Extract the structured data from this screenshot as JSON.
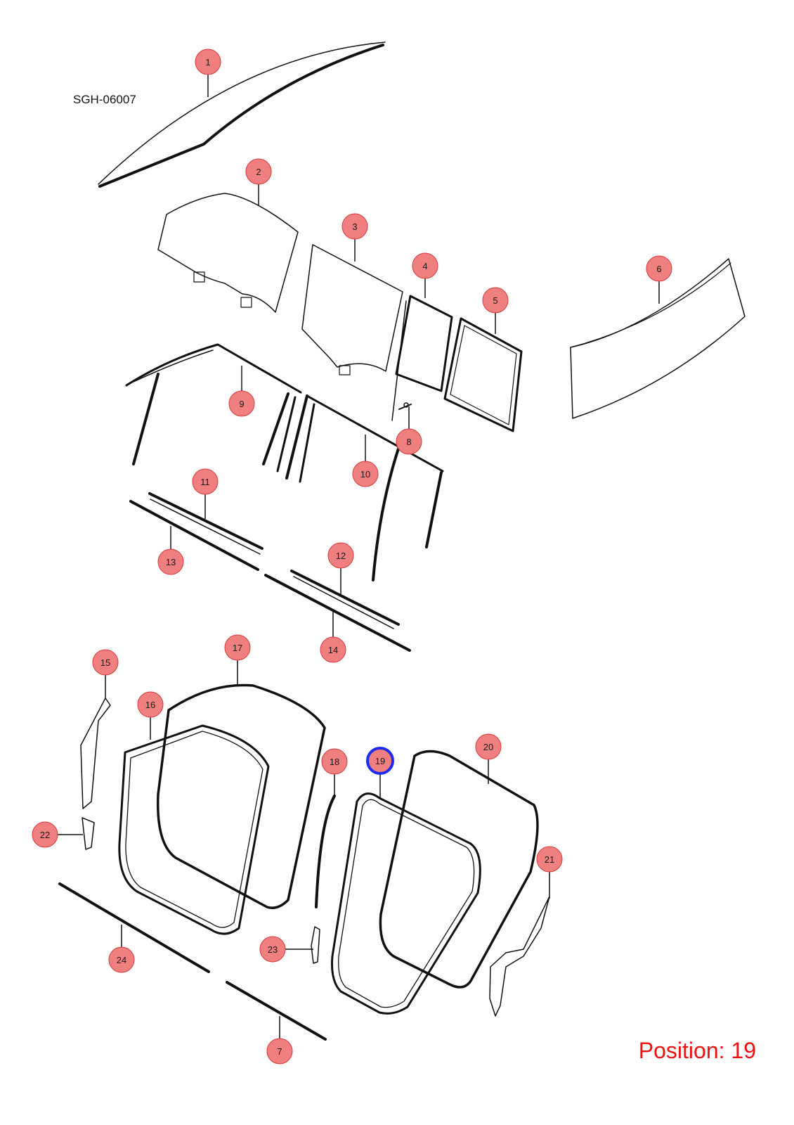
{
  "drawing_code": "SGH-06007",
  "position_label": "Position:",
  "selected_position": "19",
  "callouts": [
    "1",
    "2",
    "3",
    "4",
    "5",
    "6",
    "7",
    "8",
    "9",
    "10",
    "11",
    "12",
    "13",
    "14",
    "15",
    "16",
    "17",
    "18",
    "19",
    "20",
    "21",
    "22",
    "23",
    "24"
  ],
  "colors": {
    "callout_fill": "#f07f7f",
    "callout_stroke": "#d63a3a",
    "selected_ring": "#1b2cf0",
    "position_text": "#f20f0f",
    "line_art": "#111111"
  }
}
